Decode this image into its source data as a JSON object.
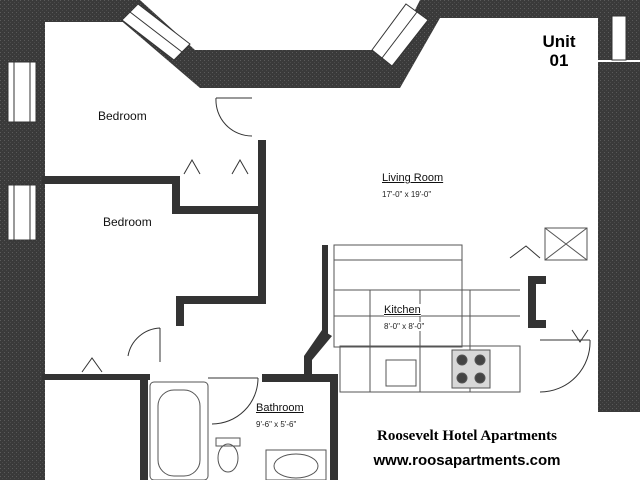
{
  "unit": {
    "line1": "Unit",
    "line2": "01"
  },
  "rooms": {
    "bedroom_top": "Bedroom",
    "bedroom_mid": "Bedroom",
    "living_room": "Living Room",
    "living_room_dim": "17'-0\" x 19'-0\"",
    "kitchen": "Kitchen",
    "kitchen_dim": "8'-0\" x 8'-0\"",
    "bathroom": "Bathroom",
    "bathroom_dim": "9'-6\" x 5'-6\""
  },
  "branding": {
    "name": "Roosevelt Hotel Apartments",
    "url": "www.roosapartments.com"
  },
  "colors": {
    "wall": "#3a3a3a",
    "fixture": "#555555",
    "background": "#ffffff"
  }
}
